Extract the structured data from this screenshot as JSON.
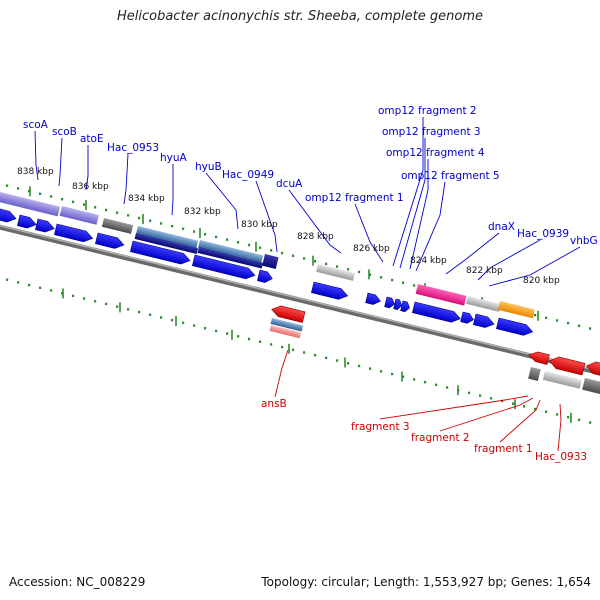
{
  "title": "Helicobacter acinonychis str. Sheeba, complete genome",
  "footer": {
    "accession": "Accession: NC_008229",
    "summary": "Topology: circular; Length: 1,553,927 bp; Genes: 1,654"
  },
  "ticks": [
    "838 kbp",
    "836 kbp",
    "834 kbp",
    "832 kbp",
    "830 kbp",
    "828 kbp",
    "826 kbp",
    "824 kbp",
    "822 kbp",
    "820 kbp"
  ],
  "forward_labels": [
    "scoA",
    "scoB",
    "atoE",
    "Hac_0953",
    "hyuA",
    "hyuB",
    "Hac_0949",
    "dcuA",
    "omp12 fragment 1",
    "omp12 fragment 2",
    "omp12 fragment 3",
    "omp12 fragment 4",
    "omp12 fragment 5",
    "dnaX",
    "Hac_0939",
    "vhbG"
  ],
  "reverse_labels": [
    "ansB",
    "fragment 3",
    "fragment 2",
    "fragment 1",
    "Hac_0933"
  ],
  "colors": {
    "forward_gene": "#0000ee",
    "reverse_gene": "#ee0000",
    "forward_label": "#0000cc",
    "reverse_label": "#cc0000",
    "tick_dots": "#2e8b2e",
    "backbone": "#888888",
    "highlight_pink": "#ee1a8c",
    "highlight_orange": "#f39000",
    "highlight_purple": "#8a7fd6",
    "highlight_steel": "#4a7fb5",
    "pseudo_gray": "#bbbbbb"
  }
}
